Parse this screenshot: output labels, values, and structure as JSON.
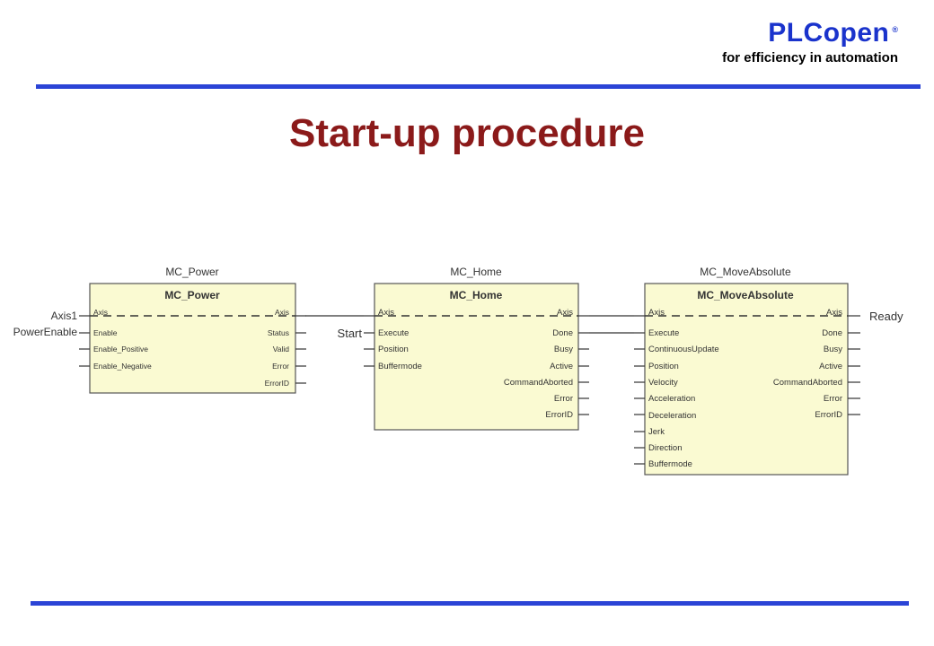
{
  "header": {
    "brand_name": "PLCopen",
    "brand_mark": "®",
    "tagline": "for efficiency in automation"
  },
  "slide": {
    "title": "Start-up procedure"
  },
  "colors": {
    "brand": "#1a33cc",
    "title": "#8b1a1a",
    "rule": "#2b44d6",
    "block_fill": "#fafad2",
    "block_border": "#555555"
  },
  "blocks": [
    {
      "instance": "MC_Power",
      "type": "MC_Power",
      "inputs": [
        "Axis",
        "Enable",
        "Enable_Positive",
        "Enable_Negative"
      ],
      "outputs": [
        "Axis",
        "Status",
        "Valid",
        "Error",
        "ErrorID"
      ]
    },
    {
      "instance": "MC_Home",
      "type": "MC_Home",
      "inputs": [
        "Axis",
        "Execute",
        "Position",
        "Buffermode"
      ],
      "outputs": [
        "Axis",
        "Done",
        "Busy",
        "Active",
        "CommandAborted",
        "Error",
        "ErrorID"
      ]
    },
    {
      "instance": "MC_MoveAbsolute",
      "type": "MC_MoveAbsolute",
      "inputs": [
        "Axis",
        "Execute",
        "ContinuousUpdate",
        "Position",
        "Velocity",
        "Acceleration",
        "Deceleration",
        "Jerk",
        "Direction",
        "Buffermode"
      ],
      "outputs": [
        "Axis",
        "Done",
        "Busy",
        "Active",
        "CommandAborted",
        "Error",
        "ErrorID"
      ]
    }
  ],
  "signals": {
    "axis_in": "Axis1",
    "power_enable": "PowerEnable",
    "start": "Start",
    "ready": "Ready"
  }
}
